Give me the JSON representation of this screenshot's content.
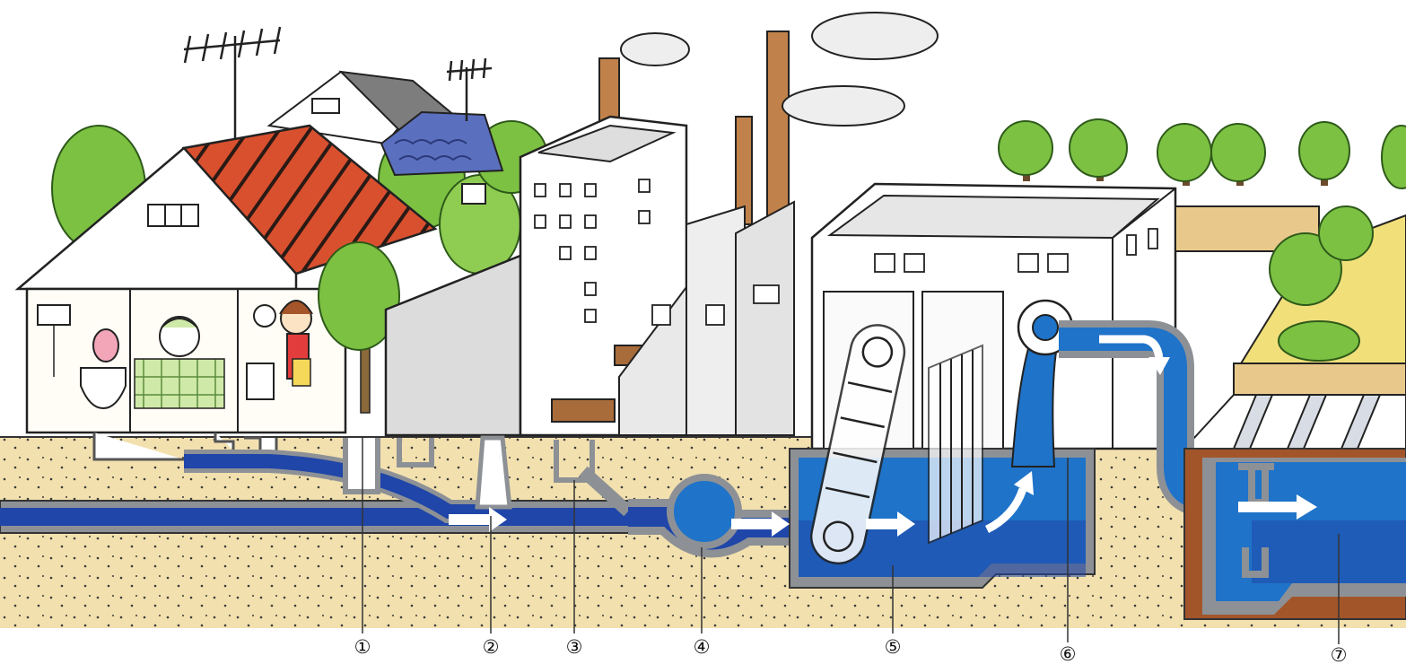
{
  "callouts": [
    {
      "label": "①"
    },
    {
      "label": "②"
    },
    {
      "label": "③"
    },
    {
      "label": "④"
    },
    {
      "label": "⑤"
    },
    {
      "label": "⑥"
    },
    {
      "label": "⑦"
    }
  ],
  "colors": {
    "soil": "#f2e0ae",
    "sewer_water": "#1f46a8",
    "tank_water": "#1f73c8",
    "concrete": "#8d9196",
    "roof_red": "#d9502f",
    "roof_blue": "#5b6fbf",
    "tree": "#7cc142",
    "chimney": "#c0824a",
    "flow_arrow": "#ffffff"
  }
}
